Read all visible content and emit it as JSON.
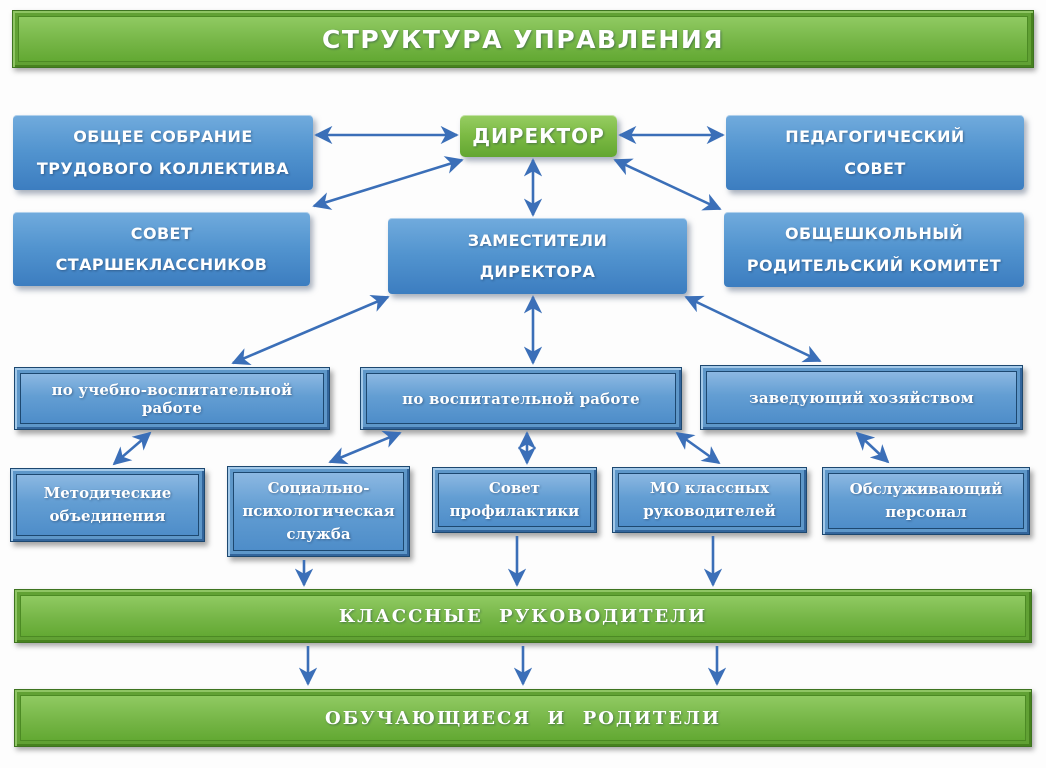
{
  "title": "СТРУКТУРА УПРАВЛЕНИЯ",
  "colors": {
    "green_box": "#6fb13e",
    "green_frame_dark": "#3e7420",
    "blue_box_top": "#71abdd",
    "blue_box_bottom": "#3c7dc0",
    "bevel_frame_dark": "#1d4870",
    "arrow": "#3b6fb8",
    "text": "#ffffff"
  },
  "nodes": {
    "general_meeting": {
      "label": "ОБЩЕЕ СОБРАНИЕ\nТРУДОВОГО КОЛЛЕКТИВА"
    },
    "director": {
      "label": "ДИРЕКТОР"
    },
    "pedagogical_council": {
      "label": "ПЕДАГОГИЧЕСКИЙ\nСОВЕТ"
    },
    "seniors_council": {
      "label": "СОВЕТ\nСТАРШЕКЛАССНИКОВ"
    },
    "deputy_directors": {
      "label": "ЗАМЕСТИТЕЛИ\nДИРЕКТОРА"
    },
    "school_parent_committee": {
      "label": "ОБЩЕШКОЛЬНЫЙ\nРОДИТЕЛЬСКИЙ КОМИТЕТ"
    },
    "deputy_academic": {
      "label": "по учебно-воспитательной работе"
    },
    "deputy_upbringing": {
      "label": "по воспитательной работе"
    },
    "facility_manager": {
      "label": "заведующий хозяйством"
    },
    "methodical_associations": {
      "label": "Методические\nобъединения"
    },
    "social_psych_service": {
      "label": "Социально-\nпсихологическая\nслужба"
    },
    "prevention_council": {
      "label": "Совет\nпрофилактики"
    },
    "mo_class_teachers": {
      "label": "МО классных\nруководителей"
    },
    "service_staff": {
      "label": "Обслуживающий\nперсонал"
    },
    "class_teachers": {
      "label": "КЛАССНЫЕ РУКОВОДИТЕЛИ"
    },
    "students_parents": {
      "label": "ОБУЧАЮЩИЕСЯ И РОДИТЕЛИ"
    }
  },
  "connections": [
    {
      "from": "director",
      "to": "general_meeting",
      "type": "double"
    },
    {
      "from": "director",
      "to": "pedagogical_council",
      "type": "double"
    },
    {
      "from": "director",
      "to": "seniors_council",
      "type": "double"
    },
    {
      "from": "director",
      "to": "school_parent_committee",
      "type": "double"
    },
    {
      "from": "director",
      "to": "deputy_directors",
      "type": "double"
    },
    {
      "from": "deputy_directors",
      "to": "deputy_academic",
      "type": "double"
    },
    {
      "from": "deputy_directors",
      "to": "deputy_upbringing",
      "type": "double"
    },
    {
      "from": "deputy_directors",
      "to": "facility_manager",
      "type": "double"
    },
    {
      "from": "deputy_academic",
      "to": "methodical_associations",
      "type": "double"
    },
    {
      "from": "deputy_upbringing",
      "to": "social_psych_service",
      "type": "double"
    },
    {
      "from": "deputy_upbringing",
      "to": "prevention_council",
      "type": "double"
    },
    {
      "from": "deputy_upbringing",
      "to": "mo_class_teachers",
      "type": "double"
    },
    {
      "from": "facility_manager",
      "to": "service_staff",
      "type": "double"
    },
    {
      "from": "social_psych_service",
      "to": "class_teachers",
      "type": "single"
    },
    {
      "from": "prevention_council",
      "to": "class_teachers",
      "type": "single"
    },
    {
      "from": "mo_class_teachers",
      "to": "class_teachers",
      "type": "single"
    },
    {
      "from": "class_teachers",
      "to": "students_parents",
      "type": "single"
    }
  ]
}
